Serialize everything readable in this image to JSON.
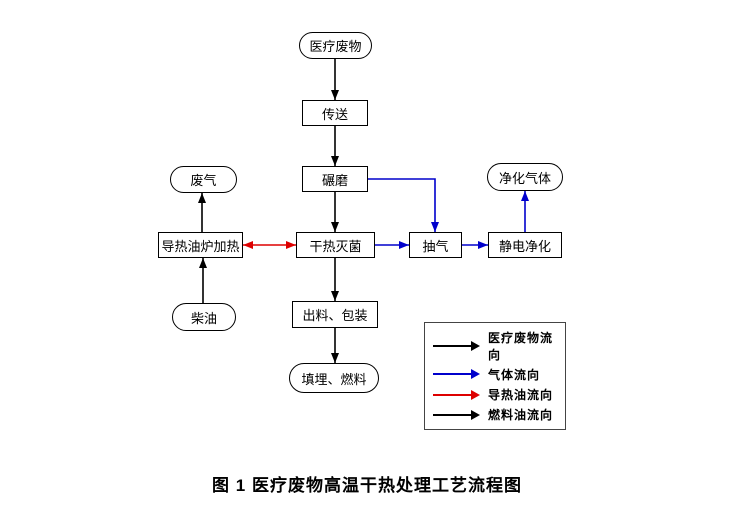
{
  "figure": {
    "caption": "图 1 医疗废物高温干热处理工艺流程图"
  },
  "nodes": {
    "medical_waste": "医疗废物",
    "conveyor": "传送",
    "grinding": "碾磨",
    "dry_heat_sterilization": "干热灭菌",
    "air_extraction": "抽气",
    "electrostatic_purification": "静电净化",
    "purified_gas": "净化气体",
    "waste_gas": "废气",
    "oil_furnace_heating": "导热油炉加热",
    "diesel": "柴油",
    "discharge_packaging": "出料、包装",
    "landfill_fuel": "填埋、燃料"
  },
  "legend": {
    "items": [
      {
        "label": "医疗废物流向",
        "color": "#000000"
      },
      {
        "label": "气体流向",
        "color": "#0000cc"
      },
      {
        "label": "导热油流向",
        "color": "#dd0000"
      },
      {
        "label": "燃料油流向",
        "color": "#000000"
      }
    ]
  },
  "colors": {
    "medical_waste_flow": "#000000",
    "gas_flow": "#0000cc",
    "heat_oil_flow": "#dd0000",
    "fuel_oil_flow": "#000000"
  }
}
